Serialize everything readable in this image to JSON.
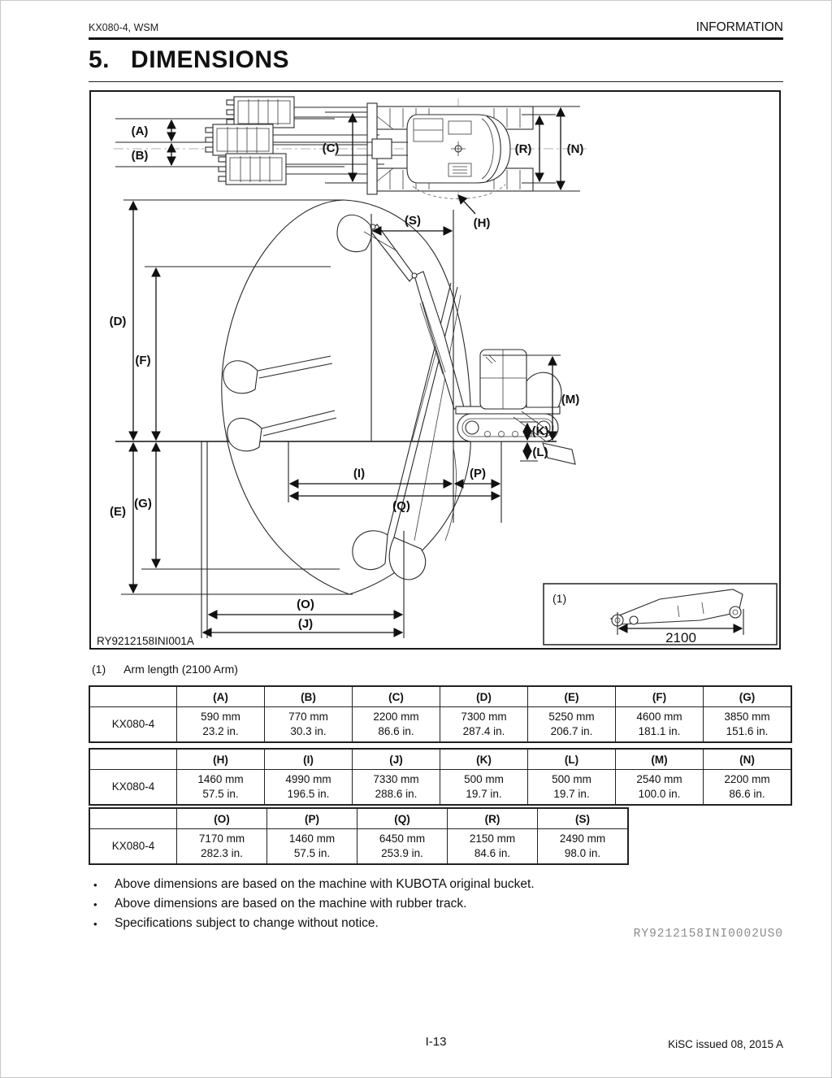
{
  "header": {
    "left": "KX080-4, WSM",
    "right": "INFORMATION"
  },
  "title": {
    "number": "5.",
    "text": "DIMENSIONS"
  },
  "figure": {
    "code": "RY9212158INI001A",
    "inset_label": "(1)",
    "inset_value": "2100",
    "dims": {
      "A": "(A)",
      "B": "(B)",
      "C": "(C)",
      "D": "(D)",
      "E": "(E)",
      "F": "(F)",
      "G": "(G)",
      "H": "(H)",
      "I": "(I)",
      "J": "(J)",
      "K": "(K)",
      "L": "(L)",
      "M": "(M)",
      "N": "(N)",
      "O": "(O)",
      "P": "(P)",
      "Q": "(Q)",
      "R": "(R)",
      "S": "(S)"
    }
  },
  "arm_note": {
    "index": "(1)",
    "text": "Arm length (2100 Arm)"
  },
  "tables": [
    {
      "row_label": "KX080-4",
      "cols": [
        {
          "h": "(A)",
          "mm": "590 mm",
          "in": "23.2 in."
        },
        {
          "h": "(B)",
          "mm": "770 mm",
          "in": "30.3 in."
        },
        {
          "h": "(C)",
          "mm": "2200 mm",
          "in": "86.6 in."
        },
        {
          "h": "(D)",
          "mm": "7300 mm",
          "in": "287.4 in."
        },
        {
          "h": "(E)",
          "mm": "5250 mm",
          "in": "206.7 in."
        },
        {
          "h": "(F)",
          "mm": "4600 mm",
          "in": "181.1 in."
        },
        {
          "h": "(G)",
          "mm": "3850 mm",
          "in": "151.6 in."
        }
      ]
    },
    {
      "row_label": "KX080-4",
      "cols": [
        {
          "h": "(H)",
          "mm": "1460 mm",
          "in": "57.5 in."
        },
        {
          "h": "(I)",
          "mm": "4990 mm",
          "in": "196.5 in."
        },
        {
          "h": "(J)",
          "mm": "7330 mm",
          "in": "288.6 in."
        },
        {
          "h": "(K)",
          "mm": "500 mm",
          "in": "19.7 in."
        },
        {
          "h": "(L)",
          "mm": "500 mm",
          "in": "19.7 in."
        },
        {
          "h": "(M)",
          "mm": "2540 mm",
          "in": "100.0 in."
        },
        {
          "h": "(N)",
          "mm": "2200 mm",
          "in": "86.6 in."
        }
      ]
    },
    {
      "row_label": "KX080-4",
      "cols": [
        {
          "h": "(O)",
          "mm": "7170 mm",
          "in": "282.3 in."
        },
        {
          "h": "(P)",
          "mm": "1460 mm",
          "in": "57.5 in."
        },
        {
          "h": "(Q)",
          "mm": "6450 mm",
          "in": "253.9 in."
        },
        {
          "h": "(R)",
          "mm": "2150 mm",
          "in": "84.6 in."
        },
        {
          "h": "(S)",
          "mm": "2490 mm",
          "in": "98.0 in."
        }
      ]
    }
  ],
  "bullets": [
    "Above dimensions are based on the machine with KUBOTA original bucket.",
    "Above dimensions are based on the machine with rubber track.",
    "Specifications subject to change without notice."
  ],
  "doc_code": "RY9212158INI0002US0",
  "footer": {
    "page": "I-13",
    "issued": "KiSC issued 08, 2015 A"
  }
}
